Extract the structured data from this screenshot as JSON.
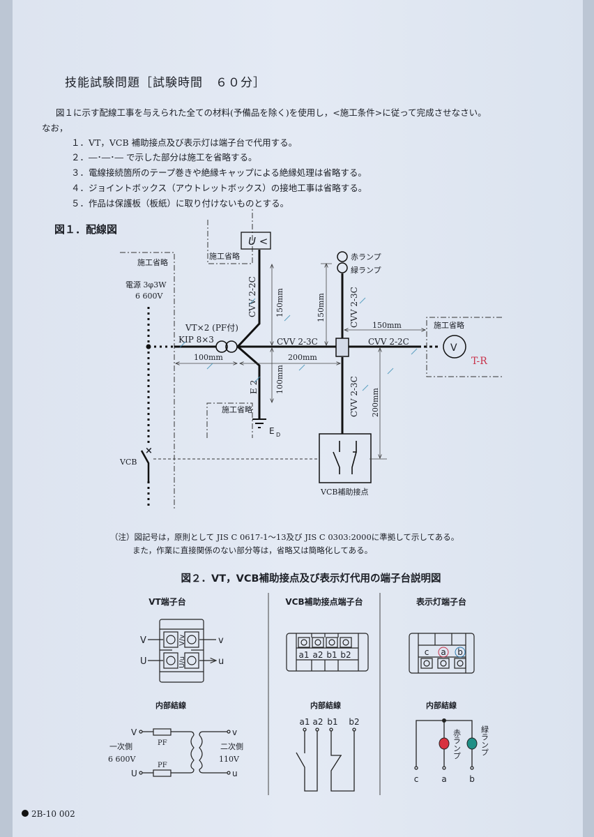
{
  "header": {
    "title": "技能試験問題［試験時間　６０分］"
  },
  "instructions": {
    "intro": "図１に示す配線工事を与えられた全ての材料(予備品を除く)を使用し，<施工条件>に従って完成させなさい。",
    "nao": "なお，",
    "items": [
      "１．VT，VCB 補助接点及び表示灯は端子台で代用する。",
      "２．―･―･― で示した部分は施工を省略する。",
      "３．電線接続箇所のテープ巻きや絶縁キャップによる絶縁処理は省略する。",
      "４．ジョイントボックス（アウトレットボックス）の接地工事は省略する。",
      "５．作品は保護板（板紙）に取り付けないものとする。"
    ]
  },
  "figure1": {
    "title": "図１．配線図",
    "omitted": "施工省略",
    "power_source": "電源 3φ3W",
    "power_voltage": "6 600V",
    "vt_label": "VT×2 (PF付)",
    "kip_label": "KIP 8×3",
    "uv_relay": "U <",
    "cable_up": "CVV 2-2C",
    "cable_main": "CVV 2-3C",
    "cable_lamp": "CVV 2-3C",
    "cable_right": "CVV 2-2C",
    "cable_down": "CVV 2-3C",
    "earth_cable": "E 2",
    "earth_label": "E",
    "earth_sub": "D",
    "red_lamp": "赤ランプ",
    "green_lamp": "緑ランプ",
    "voltmeter": "V",
    "vcb": "VCB",
    "vcb_aux": "VCB補助接点",
    "dims": {
      "d100": "100mm",
      "d200": "200mm",
      "d150a": "150mm",
      "d150b": "150mm",
      "d150c": "150mm",
      "d100v": "100mm",
      "d200v": "200mm"
    },
    "handwritten": "T-R"
  },
  "note": {
    "line1": "（注）図記号は，原則として JIS C 0617-1～13及び JIS C 0303:2000に準拠して示してある。",
    "line2": "また，作業に直接関係のない部分等は，省略又は簡略化してある。"
  },
  "figure2": {
    "title": "図２．VT，VCB補助接点及び表示灯代用の端子台説明図",
    "vt": {
      "heading": "VT端子台",
      "V": "V",
      "U": "U",
      "v": "v",
      "u": "u",
      "Vv": "V/v",
      "Uu": "U/u",
      "internal": "内部結線",
      "primary": "一次側",
      "primary_v": "6 600V",
      "secondary": "二次側",
      "secondary_v": "110V",
      "pf": "PF"
    },
    "vcb": {
      "heading": "VCB補助接点端子台",
      "terminals": [
        "a1",
        "a2",
        "b1",
        "b2"
      ],
      "internal": "内部結線"
    },
    "lamp": {
      "heading": "表示灯端子台",
      "terminals": [
        "c",
        "a",
        "b"
      ],
      "internal": "内部結線",
      "red": "赤ランプ",
      "green": "緑ランプ"
    }
  },
  "footer": {
    "code": "2B-10 002"
  },
  "colors": {
    "red_lamp": "#d8323f",
    "green_lamp": "#1f8f86",
    "red_mark": "#c8324a",
    "blue_mark": "#2b7ab0",
    "pencil": "#3a8fb5"
  }
}
